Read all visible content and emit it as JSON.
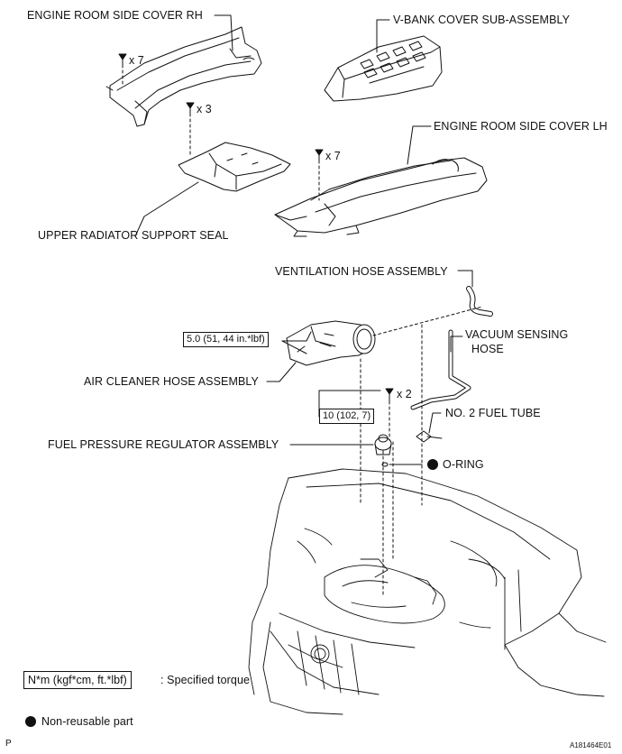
{
  "labels": {
    "engine_room_side_cover_rh": "ENGINE ROOM SIDE COVER RH",
    "v_bank_cover": "V-BANK COVER SUB-ASSEMBLY",
    "engine_room_side_cover_lh": "ENGINE ROOM SIDE COVER LH",
    "upper_radiator_support_seal": "UPPER RADIATOR SUPPORT SEAL",
    "ventilation_hose": "VENTILATION HOSE ASSEMBLY",
    "vacuum_sensing_hose_line1": "VACUUM SENSING",
    "vacuum_sensing_hose_line2": "HOSE",
    "air_cleaner_hose": "AIR CLEANER HOSE ASSEMBLY",
    "no2_fuel_tube": "NO. 2 FUEL TUBE",
    "fuel_pressure_regulator": "FUEL PRESSURE REGULATOR ASSEMBLY",
    "o_ring": "O-RING"
  },
  "quantities": {
    "rh_clips": "x 7",
    "seal_clips": "x 3",
    "lh_clips": "x 7",
    "regulator_bolts": "x 2"
  },
  "torques": {
    "air_cleaner": "5.0 (51, 44 in.*lbf)",
    "regulator": "10 (102, 7)"
  },
  "legend": {
    "torque_key": "N*m (kgf*cm, ft.*lbf)",
    "torque_desc": ": Specified torque",
    "non_reusable": "Non-reusable part"
  },
  "footer": {
    "page_mark": "P",
    "figure_id": "A181464E01"
  }
}
